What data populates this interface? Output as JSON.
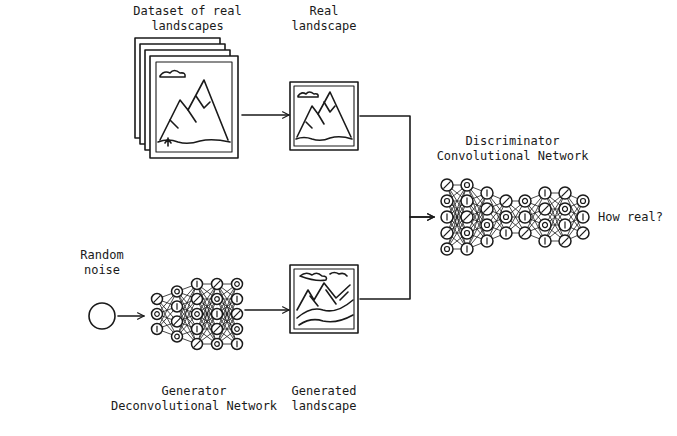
{
  "diagram": {
    "nodes": [
      {
        "text": [
          "Dataset of real landscapes"
        ]
      },
      {
        "text": [
          "Real landscape"
        ]
      },
      {
        "text": [
          "Discriminator",
          "Convolutional Network"
        ]
      },
      {
        "text": [
          "Random noise"
        ]
      },
      {
        "text": [
          "Generator",
          "Deconvolutional Network"
        ]
      },
      {
        "text": [
          "Generated landscape"
        ]
      }
    ],
    "edges": [
      {
        "from": 0,
        "to": 1,
        "arrow": "to"
      },
      {
        "from": 1,
        "to": 2,
        "arrow": "to"
      },
      {
        "from": 3,
        "to": 4,
        "arrow": "to"
      },
      {
        "from": 4,
        "to": 5,
        "arrow": "to"
      },
      {
        "from": 5,
        "to": 2,
        "arrow": "to"
      }
    ],
    "labels": [
      "How real?"
    ]
  }
}
